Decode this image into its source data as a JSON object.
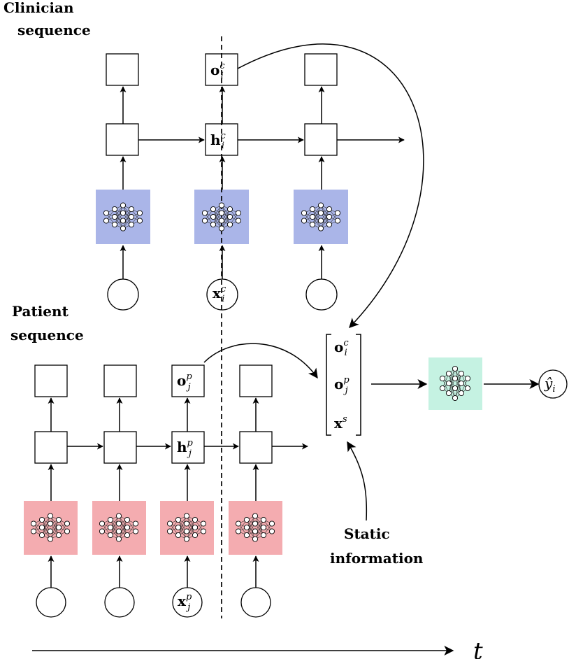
{
  "labels": {
    "clinician_line1": "Clinician",
    "clinician_line2": "sequence",
    "patient_line1": "Patient",
    "patient_line2": "sequence",
    "static_line1": "Static",
    "static_line2": "information",
    "time_axis": "t"
  },
  "math": {
    "o_c": "o",
    "o_c_sup": "c",
    "o_c_sub": "i",
    "h_c": "h",
    "h_c_sup": "c",
    "h_c_sub": "i",
    "x_c": "x",
    "x_c_sup": "c",
    "x_c_sub": "i",
    "o_p": "o",
    "o_p_sup": "p",
    "o_p_sub": "j",
    "h_p": "h",
    "h_p_sup": "p",
    "h_p_sub": "j",
    "x_p": "x",
    "x_p_sup": "p",
    "x_p_sub": "j",
    "x_s": "x",
    "x_s_sup": "s",
    "y_hat": "ŷ",
    "y_hat_sub": "i"
  },
  "colors": {
    "clinician_encoder": "#aab5e8",
    "patient_encoder": "#f4acb0",
    "output_network": "#c5f2e2",
    "ink": "#000000"
  }
}
